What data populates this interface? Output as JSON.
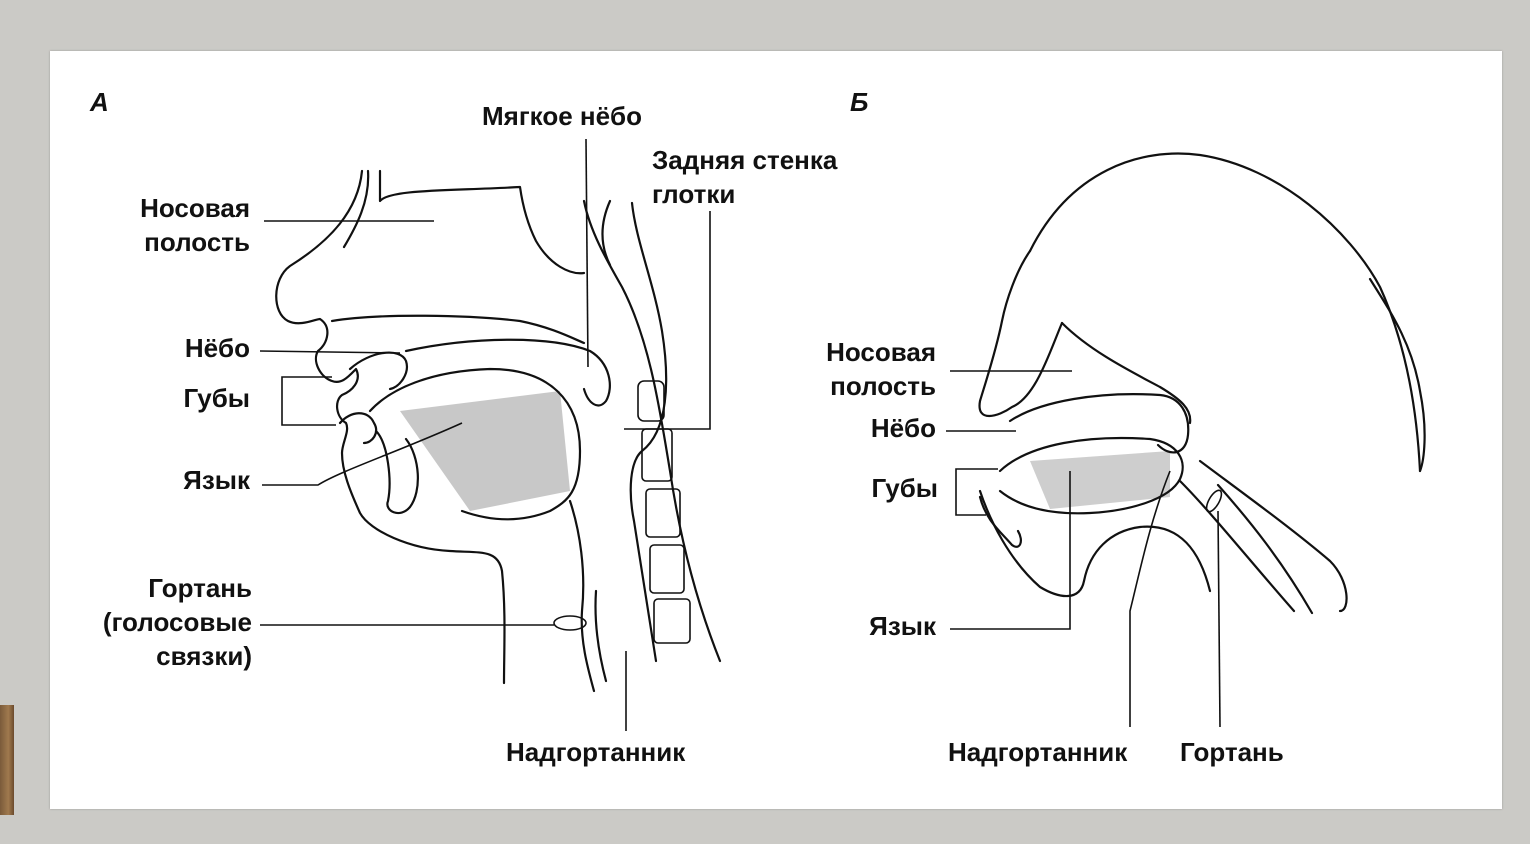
{
  "figures": {
    "a": {
      "letter": "А",
      "labels": {
        "nasal_cavity": "Носовая\nполость",
        "palate": "Нёбо",
        "lips": "Губы",
        "tongue": "Язык",
        "larynx": "Гортань\n(голосовые\nсвязки)",
        "soft_palate": "Мягкое нёбо",
        "pharynx_wall": "Задняя стенка\nглотки",
        "epiglottis": "Надгортанник"
      }
    },
    "b": {
      "letter": "Б",
      "labels": {
        "nasal_cavity": "Носовая\nполость",
        "palate": "Нёбо",
        "lips": "Губы",
        "tongue": "Язык",
        "epiglottis": "Надгортанник",
        "larynx": "Гортань"
      }
    }
  },
  "colors": {
    "background": "#cbcac6",
    "panel": "#ffffff",
    "ink": "#111111"
  }
}
